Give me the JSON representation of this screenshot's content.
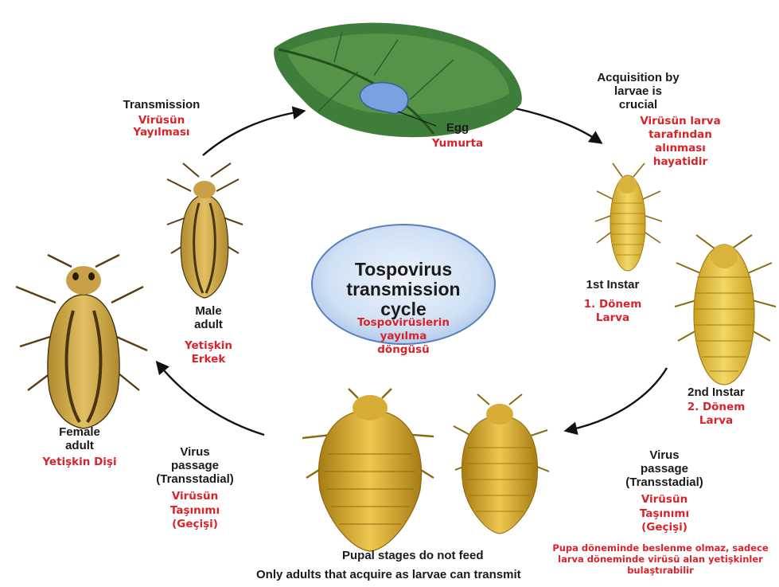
{
  "center": {
    "title": "Tospovirus transmission cycle",
    "title_lines": [
      "Tospovirus",
      "transmission",
      "cycle"
    ],
    "title_tr_lines": [
      "Tospovirüslerin",
      "yayılma",
      "döngüsü"
    ]
  },
  "stages": {
    "egg": {
      "en": "Egg",
      "tr": "Yumurta"
    },
    "acquisition": {
      "en_lines": [
        "Acquisition by",
        "larvae is",
        "crucial"
      ],
      "tr_lines": [
        "Virüsün larva",
        "tarafından",
        "alınması",
        "hayatidir"
      ]
    },
    "first_instar": {
      "en": "1st Instar",
      "tr_lines": [
        "1. Dönem",
        "Larva"
      ]
    },
    "second_instar": {
      "en": "2nd Instar",
      "tr_lines": [
        "2. Dönem",
        "Larva"
      ]
    },
    "passage_right": {
      "en_lines": [
        "Virus",
        "passage",
        "(Transstadial)"
      ],
      "tr_lines": [
        "Virüsün",
        "Taşınımı",
        "(Geçişi)"
      ]
    },
    "passage_left": {
      "en_lines": [
        "Virus",
        "passage",
        "(Transstadial)"
      ],
      "tr_lines": [
        "Virüsün",
        "Taşınımı",
        "(Geçişi)"
      ]
    },
    "pupal": {
      "en_line1": "Pupal stages do not feed",
      "en_line2": "Only adults that acquire as larvae can transmit",
      "tr_lines": [
        "Pupa döneminde beslenme olmaz, sadece",
        "larva döneminde virüsü alan yetişkinler",
        "bulaştırabilir"
      ]
    },
    "female": {
      "en_lines": [
        "Female",
        "adult"
      ],
      "tr": "Yetişkin Dişi"
    },
    "male": {
      "en_lines": [
        "Male",
        "adult"
      ],
      "tr_lines": [
        "Yetişkin",
        "Erkek"
      ]
    },
    "transmission": {
      "en": "Transmission",
      "tr_lines": [
        "Virüsün",
        "Yayılması"
      ]
    }
  },
  "colors": {
    "english_text": "#1a1a1a",
    "turkish_text": "#d9232b",
    "ellipse_fill": "#cfe0f5",
    "ellipse_stroke": "#5a7fc0",
    "leaf": "#3f7d3a",
    "egg": "#7aa2e0",
    "larva": "#e8c243",
    "adult_dark": "#4a3414"
  },
  "icons": [
    "leaf-icon",
    "egg-icon",
    "larva-icon",
    "pupa-icon",
    "thrips-icon"
  ]
}
